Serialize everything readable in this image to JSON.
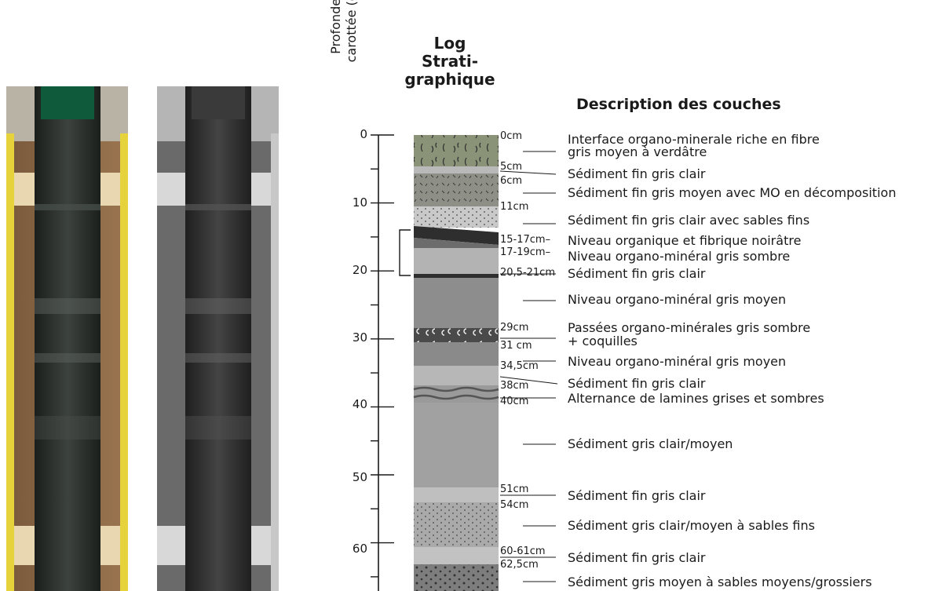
{
  "axis": {
    "title_line1": "Profondeur",
    "title_line2": "carottée (cm)",
    "ticks": [
      "0",
      "10",
      "20",
      "30",
      "40",
      "50",
      "60"
    ]
  },
  "log_title": {
    "line1": "Log",
    "line2": "Strati-",
    "line3": "graphique"
  },
  "description_title": "Description des couches",
  "depth_labels": [
    "0cm",
    "5cm",
    "6cm",
    "11cm",
    "15-17cm–",
    "17-19cm–",
    "20,5-21cm",
    "29cm",
    "31 cm",
    "34,5cm",
    "38cm",
    "40cm",
    "51cm",
    "54cm",
    "60-61cm",
    "62,5cm"
  ],
  "layers": [
    "Interface organo-minerale riche en fibre",
    "gris moyen à verdâtre",
    "Sédiment fin gris clair",
    "Sédiment fin gris moyen avec MO en décomposition",
    "Sédiment fin gris clair avec sables fins",
    "Niveau organique et fibrique noirâtre",
    "Niveau organo-minéral gris sombre",
    "Sédiment fin gris clair",
    "Niveau organo-minéral gris moyen",
    "Passées organo-minérales gris sombre",
    "+ coquilles",
    "Niveau organo-minéral gris moyen",
    "Sédiment fin gris clair",
    "Alternance de lamines grises et sombres",
    "Sédiment gris clair/moyen",
    "Sédiment fin gris clair",
    "Sédiment gris clair/moyen à sables fins",
    "Sédiment fin gris clair",
    "Sédiment gris moyen à sables moyens/grossiers"
  ],
  "colors": {
    "organo_green": "#8a9278",
    "light_grey": "#b9b9b9",
    "mid_grey": "#8d8d8d",
    "dark_grey": "#5a5a5a",
    "black_band": "#2e2e2e",
    "core_green_cap": "#0f5a3a",
    "ruler_yellow": "#e6d23a"
  }
}
